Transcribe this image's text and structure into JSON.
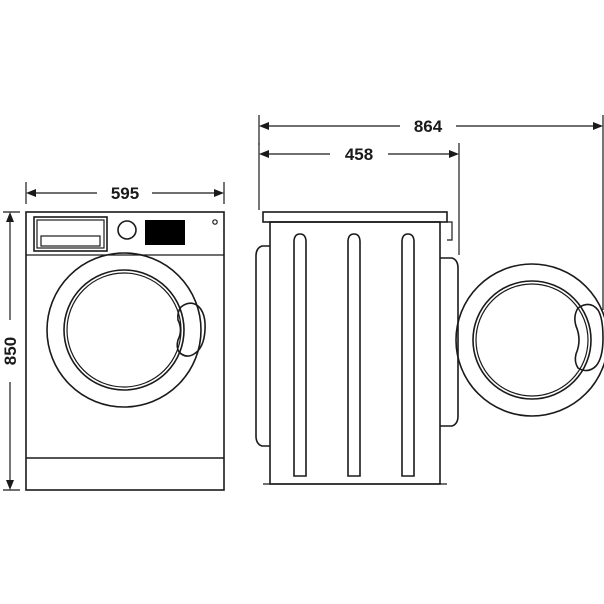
{
  "dimensions": {
    "width": "595",
    "height": "850",
    "depth": "458",
    "depth_door_open": "864"
  },
  "colors": {
    "line": "#1a1a1a",
    "display": "#000000",
    "background": "#ffffff"
  }
}
